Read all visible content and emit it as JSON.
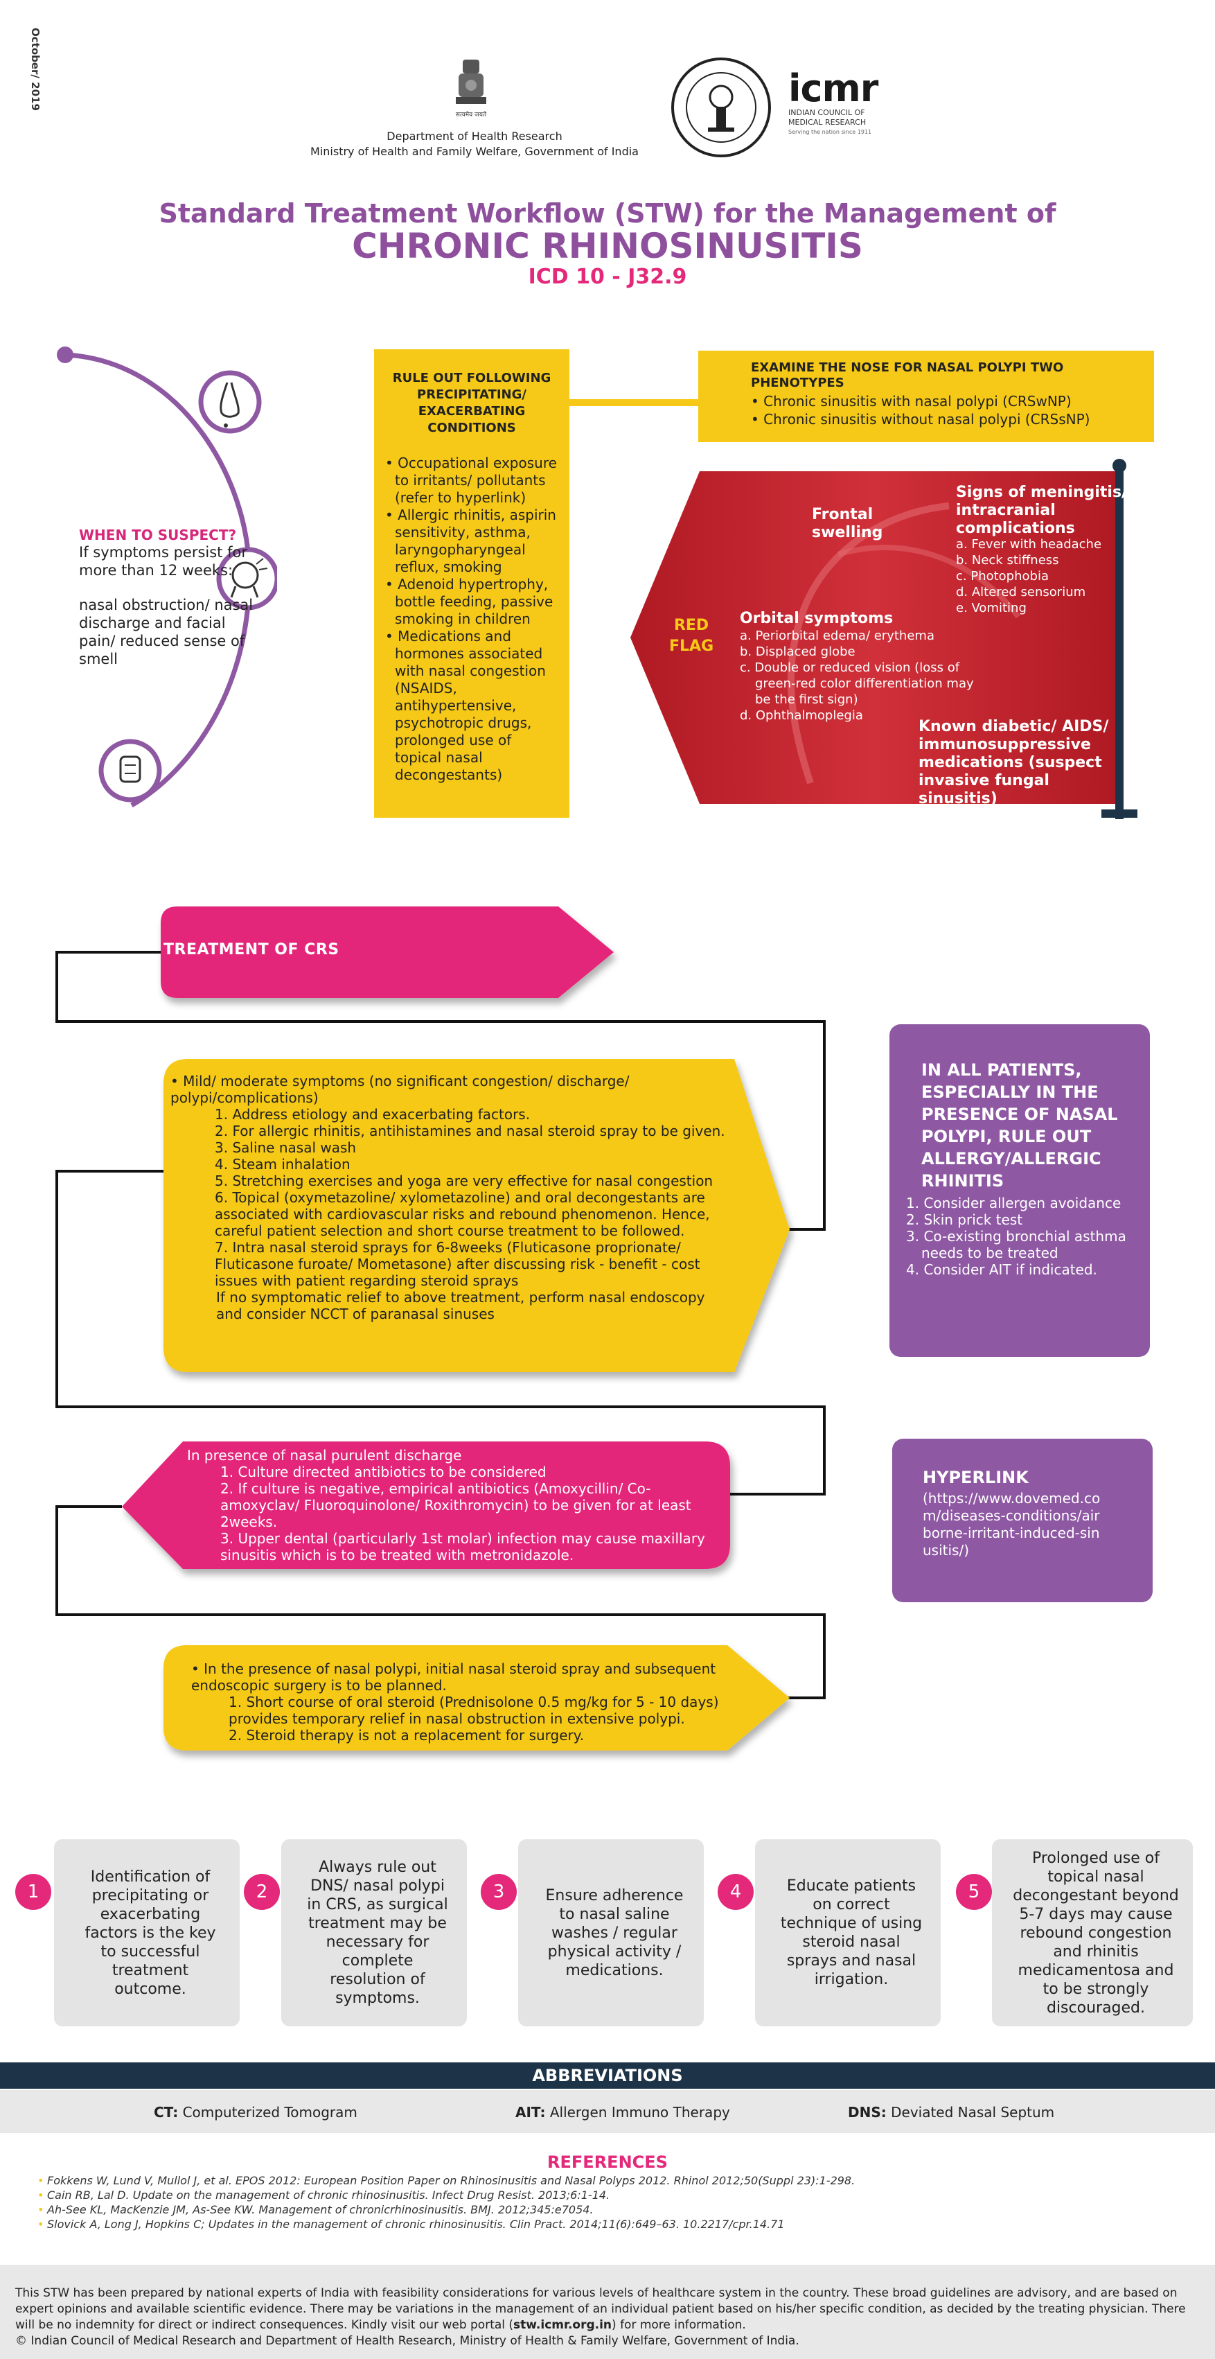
{
  "date_stamp": "October/ 2019",
  "header": {
    "gov_emblem_caption": "सत्यमेव जयते",
    "dept": "Department of Health Research",
    "ministry": "Ministry of Health and Family Welfare, Government of India",
    "icmr_word": "icmr",
    "icmr_line1": "INDIAN COUNCIL OF",
    "icmr_line2": "MEDICAL RESEARCH",
    "icmr_tagline": "Serving the nation since 1911"
  },
  "title": {
    "line1": "Standard Treatment Workflow (STW) for the Management of",
    "line2": "CHRONIC RHINOSINUSITIS",
    "line3": "ICD 10 - J32.9"
  },
  "when": {
    "title": "WHEN TO SUSPECT?",
    "line1": "If symptoms persist for more than 12 weeks:",
    "line2": "nasal obstruction/ nasal discharge and facial pain/ reduced sense of smell"
  },
  "rule_out": {
    "title": "RULE OUT FOLLOWING PRECIPITATING/ EXACERBATING CONDITIONS",
    "items": [
      "Occupational exposure to irritants/ pollutants (refer to hyperlink)",
      "Allergic rhinitis, aspirin sensitivity, asthma, laryngopharyngeal reflux, smoking",
      "Adenoid hypertrophy, bottle feeding, passive smoking in children",
      "Medications and hormones associated with nasal congestion (NSAIDS, antihypertensive, psychotropic drugs, prolonged use of topical nasal decongestants)"
    ]
  },
  "examine": {
    "title": "EXAMINE THE NOSE FOR NASAL POLYPI TWO PHENOTYPES",
    "items": [
      "Chronic sinusitis with nasal polypi (CRSwNP)",
      "Chronic sinusitis without nasal polypi (CRSsNP)"
    ]
  },
  "red_flag": {
    "label_line1": "RED",
    "label_line2": "FLAG",
    "frontal": "Frontal swelling",
    "orbital_title": "Orbital symptoms",
    "orbital_items": [
      "a. Periorbital edema/ erythema",
      "b. Displaced globe",
      "c. Double or reduced vision (loss of green-red color differentiation may be the first sign)",
      "d. Ophthalmoplegia"
    ],
    "meningitis_title": "Signs of meningitis/ intracranial complications",
    "meningitis_items": [
      "a. Fever with headache",
      "b. Neck stiffness",
      "c.  Photophobia",
      "d. Altered sensorium",
      "e.  Vomiting"
    ],
    "known": "Known diabetic/ AIDS/ immunosuppressive medications (suspect invasive fungal sinusitis)"
  },
  "treatment": {
    "label": "TREATMENT OF CRS",
    "mild_intro": "• Mild/ moderate symptoms (no significant congestion/ discharge/ polypi/complications)",
    "mild_items": [
      "1. Address etiology and exacerbating factors.",
      "2. For allergic rhinitis, antihistamines and nasal steroid spray to be given.",
      "3. Saline nasal wash",
      "4. Steam inhalation",
      "5. Stretching exercises and yoga are very effective for nasal congestion",
      "6. Topical (oxymetazoline/ xylometazoline) and oral decongestants are associated with cardiovascular risks and rebound phenomenon. Hence, careful patient selection and short course treatment to be followed.",
      "7. Intra nasal steroid sprays for 6-8weeks (Fluticasone proprionate/ Fluticasone furoate/ Mometasone) after discussing risk - benefit - cost issues with patient regarding steroid sprays"
    ],
    "mild_outro": "If no symptomatic relief to above treatment, perform nasal endoscopy and consider NCCT of paranasal sinuses",
    "purulent_intro": "In presence of nasal purulent discharge",
    "purulent_items": [
      "1. Culture directed antibiotics to be considered",
      "2. If culture is negative, empirical antibiotics (Amoxycillin/ Co-amoxyclav/ Fluoroquinolone/ Roxithromycin) to be given for at least 2weeks.",
      "3. Upper dental (particularly 1st molar) infection may cause maxillary sinusitis which is to be treated with metronidazole."
    ],
    "polyp_intro": "• In the presence of nasal polypi, initial nasal steroid spray and subsequent endoscopic surgery is to be planned.",
    "polyp_items": [
      "1. Short course of oral steroid (Prednisolone 0.5 mg/kg for 5 - 10 days) provides temporary relief in nasal obstruction in extensive polypi.",
      "2. Steroid therapy is not a replacement for surgery."
    ]
  },
  "allergy_box": {
    "title": "IN ALL PATIENTS, ESPECIALLY IN THE PRESENCE OF NASAL POLYPI, RULE OUT ALLERGY/ALLERGIC RHINITIS",
    "items": [
      "1.  Consider allergen avoidance",
      "2. Skin prick test",
      "3. Co-existing bronchial asthma needs to be treated",
      "4. Consider AIT if indicated."
    ]
  },
  "hyperlink_box": {
    "title": "HYPERLINK",
    "url": "(https://www.dovemed.com/diseases-conditions/airborne-irritant-induced-sinusitis/)"
  },
  "tips": [
    {
      "num": "1",
      "text": "Identification of precipitating or exacerbating factors is the key to successful treatment outcome."
    },
    {
      "num": "2",
      "text": "Always rule out DNS/ nasal polypi in CRS, as surgical treatment may be necessary for complete resolution of symptoms."
    },
    {
      "num": "3",
      "text": "Ensure adherence to nasal saline washes / regular physical activity / medications."
    },
    {
      "num": "4",
      "text": "Educate patients on correct technique of using steroid nasal sprays and nasal irrigation."
    },
    {
      "num": "5",
      "text": "Prolonged use of topical nasal decongestant beyond 5-7 days may cause rebound congestion and rhinitis medicamentosa and to be strongly discouraged."
    }
  ],
  "abbreviations": {
    "title": "ABBREVIATIONS",
    "items": [
      {
        "abbr": "CT:",
        "full": "Computerized Tomogram"
      },
      {
        "abbr": "AIT:",
        "full": "Allergen Immuno Therapy"
      },
      {
        "abbr": "DNS:",
        "full": "Deviated Nasal Septum"
      }
    ]
  },
  "references": {
    "title": "REFERENCES",
    "items": [
      "Fokkens W, Lund V, Mullol J, et al. EPOS 2012: European Position Paper on Rhinosinusitis and Nasal Polyps 2012. Rhinol 2012;50(Suppl 23):1-298.",
      "Cain RB, Lal D. Update on the management of chronic rhinosinusitis. Infect Drug Resist. 2013;6:1-14.",
      "Ah-See KL, MacKenzie JM, As-See KW. Management of chronicrhinosinusitis. BMJ. 2012;345:e7054.",
      "Slovick A, Long J, Hopkins C; Updates in the management of chronic rhinosinusitis. Clin Pract. 2014;11(6):649–63. 10.2217/cpr.14.71"
    ]
  },
  "footer": {
    "text": "This STW has been prepared by national experts of India with feasibility considerations for various levels of healthcare system in the country. These broad guidelines are advisory, and are based on expert opinions and available scientific evidence. There may be variations in the management of an individual patient based on his/her specific condition, as decided by the treating physician. There will be no indemnity for direct or indirect consequences. Kindly visit our web portal (",
    "portal": "stw.icmr.org.in",
    "text_end": ") for more information.",
    "copyright": "© Indian Council of Medical Research and Department of Health Research, Ministry of Health & Family Welfare, Government of India."
  },
  "colors": {
    "purple": "#8e4f9d",
    "pink": "#e4287a",
    "yellow": "#f6c918",
    "red": "#c0202b",
    "navy": "#1d3448"
  }
}
